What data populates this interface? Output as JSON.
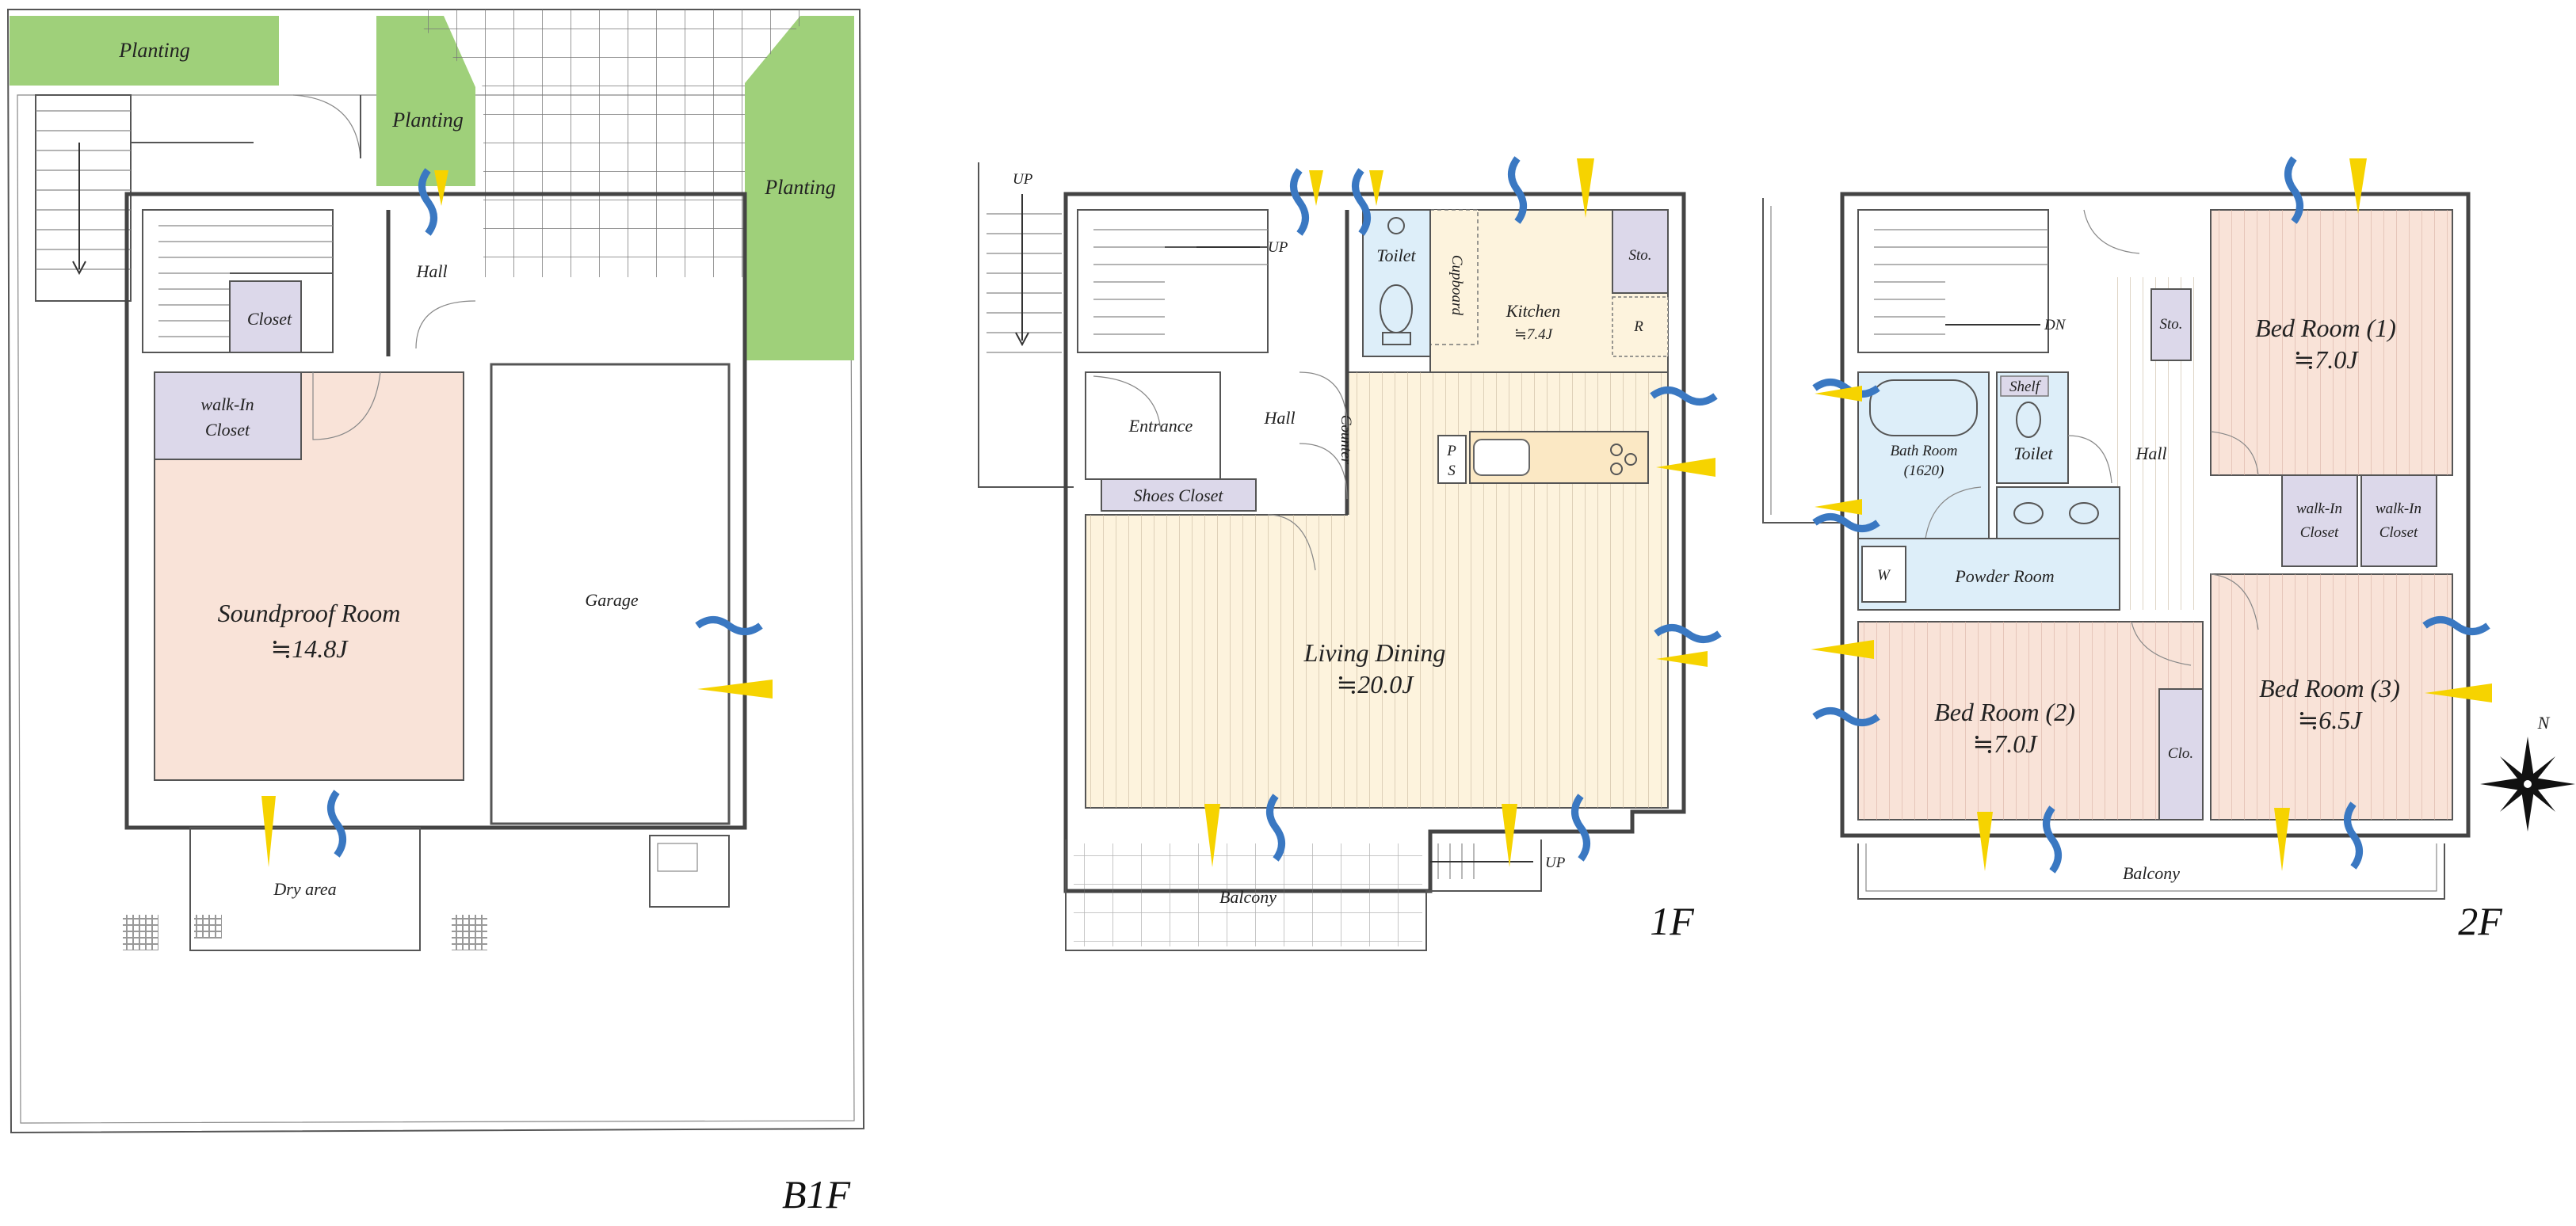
{
  "floors": {
    "b1f": {
      "label": "B1F",
      "rooms": {
        "planting_1": "Planting",
        "planting_2": "Planting",
        "planting_3": "Planting",
        "hall": "Hall",
        "closet": "Closet",
        "walk_in_closet_line1": "walk-In",
        "walk_in_closet_line2": "Closet",
        "soundproof_room": "Soundproof Room",
        "soundproof_room_size": "≒14.8J",
        "garage": "Garage",
        "dry_area": "Dry area"
      }
    },
    "f1": {
      "label": "1F",
      "rooms": {
        "up_outside": "UP",
        "up_stairs": "UP",
        "toilet": "Toilet",
        "cupboard": "Cupboard",
        "kitchen": "Kitchen",
        "kitchen_size": "≒7.4J",
        "storage": "Sto.",
        "refrigerator": "R",
        "entrance": "Entrance",
        "hall": "Hall",
        "counter": "Counter",
        "pipe_space_p": "P",
        "pipe_space_s": "S",
        "shoes_closet": "Shoes Closet",
        "living_dining": "Living Dining",
        "living_dining_size": "≒20.0J",
        "balcony": "Balcony",
        "up_balcony": "UP"
      }
    },
    "f2": {
      "label": "2F",
      "rooms": {
        "dn": "DN",
        "storage": "Sto.",
        "bed_room_1": "Bed Room (1)",
        "bed_room_1_size": "≒7.0J",
        "shelf": "Shelf",
        "bath_room": "Bath Room",
        "bath_room_size": "(1620)",
        "toilet": "Toilet",
        "hall": "Hall",
        "walk_in_closet_a_line1": "walk-In",
        "walk_in_closet_a_line2": "Closet",
        "walk_in_closet_b_line1": "walk-In",
        "walk_in_closet_b_line2": "Closet",
        "washer": "W",
        "powder_room": "Powder Room",
        "bed_room_2": "Bed Room (2)",
        "bed_room_2_size": "≒7.0J",
        "closet": "Clo.",
        "bed_room_3": "Bed Room (3)",
        "bed_room_3_size": "≒6.5J",
        "balcony": "Balcony"
      }
    }
  },
  "compass": {
    "north": "N"
  },
  "colors": {
    "planting": "#9fd07a",
    "bedroom": "#f9e3d8",
    "living": "#fdf3dd",
    "wet_area": "#ddeef9",
    "closet": "#dcd8ea",
    "airflow_blue": "#3a78c2",
    "light_yellow": "#f6d300"
  },
  "icons": [
    "wind-icon",
    "sunlight-icon",
    "compass-icon"
  ]
}
